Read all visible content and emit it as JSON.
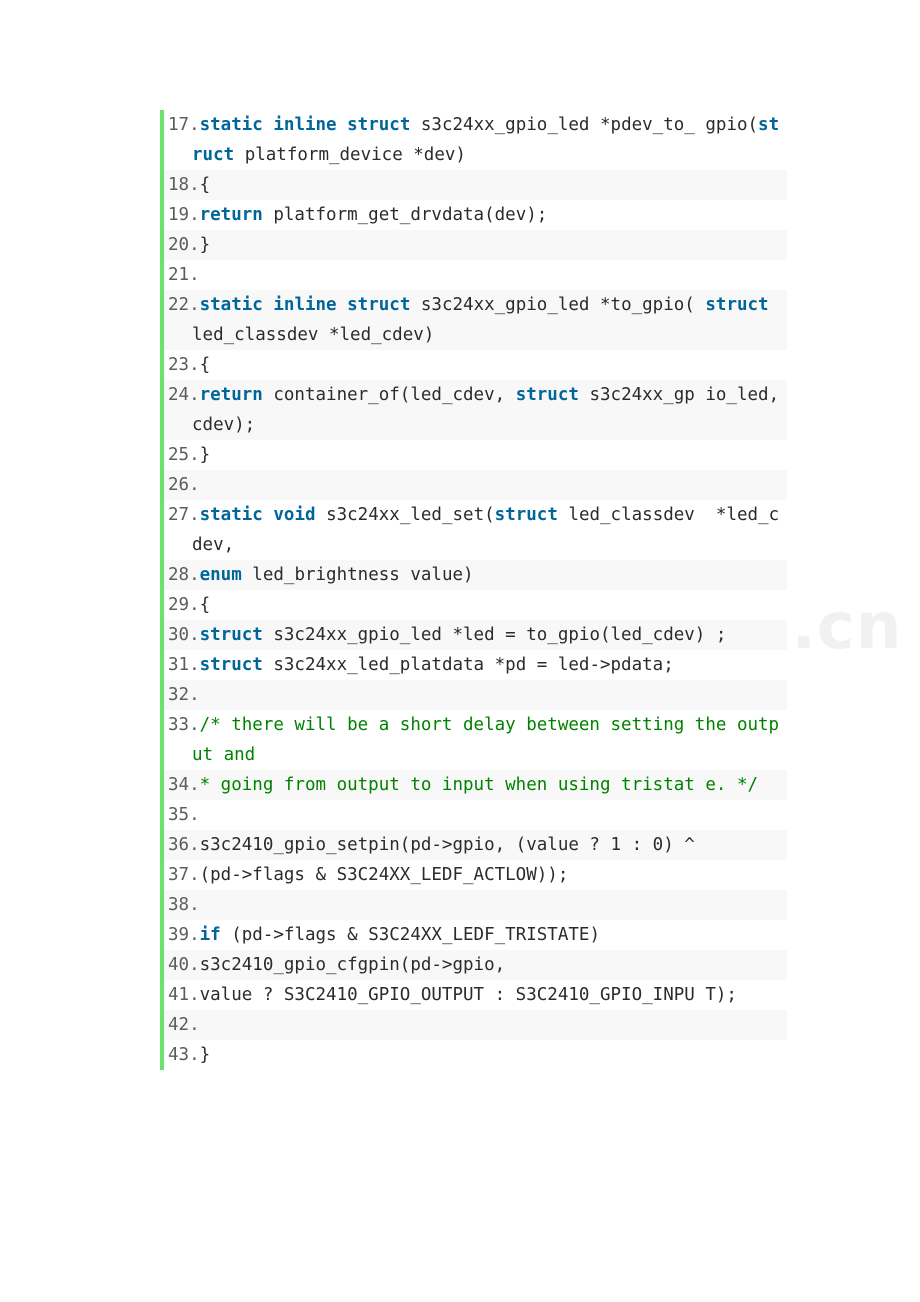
{
  "colors": {
    "keyword": "#006699",
    "comment": "#008200",
    "text": "#2b2b2b",
    "line_number": "#5c5c5c",
    "gutter_bar": "#6ce26c",
    "alt_row_bg": "#f8f8f8"
  },
  "watermark": "www.zixin.com.cn",
  "lines": [
    {
      "num": "17.",
      "tokens": [
        {
          "t": "kw",
          "v": "static"
        },
        {
          "t": "tx",
          "v": " "
        },
        {
          "t": "kw",
          "v": "inline"
        },
        {
          "t": "tx",
          "v": " "
        },
        {
          "t": "kw",
          "v": "struct"
        },
        {
          "t": "tx",
          "v": " s3c24xx_gpio_led *pdev_to_ gpio("
        },
        {
          "t": "kw",
          "v": "struct"
        },
        {
          "t": "tx",
          "v": " platform_device *dev)"
        }
      ]
    },
    {
      "num": "18.",
      "tokens": [
        {
          "t": "tx",
          "v": "{"
        }
      ]
    },
    {
      "num": "19.",
      "tokens": [
        {
          "t": "kw",
          "v": "return"
        },
        {
          "t": "tx",
          "v": " platform_get_drvdata(dev);"
        }
      ]
    },
    {
      "num": "20.",
      "tokens": [
        {
          "t": "tx",
          "v": "}"
        }
      ]
    },
    {
      "num": "21.",
      "tokens": []
    },
    {
      "num": "22.",
      "tokens": [
        {
          "t": "kw",
          "v": "static"
        },
        {
          "t": "tx",
          "v": " "
        },
        {
          "t": "kw",
          "v": "inline"
        },
        {
          "t": "tx",
          "v": " "
        },
        {
          "t": "kw",
          "v": "struct"
        },
        {
          "t": "tx",
          "v": " s3c24xx_gpio_led *to_gpio( "
        },
        {
          "t": "kw",
          "v": "struct"
        },
        {
          "t": "tx",
          "v": " led_classdev *led_cdev)"
        }
      ]
    },
    {
      "num": "23.",
      "tokens": [
        {
          "t": "tx",
          "v": "{"
        }
      ]
    },
    {
      "num": "24.",
      "tokens": [
        {
          "t": "kw",
          "v": "return"
        },
        {
          "t": "tx",
          "v": " container_of(led_cdev, "
        },
        {
          "t": "kw",
          "v": "struct"
        },
        {
          "t": "tx",
          "v": " s3c24xx_gp io_led, cdev);"
        }
      ]
    },
    {
      "num": "25.",
      "tokens": [
        {
          "t": "tx",
          "v": "}"
        }
      ]
    },
    {
      "num": "26.",
      "tokens": []
    },
    {
      "num": "27.",
      "tokens": [
        {
          "t": "kw",
          "v": "static"
        },
        {
          "t": "tx",
          "v": " "
        },
        {
          "t": "kw",
          "v": "void"
        },
        {
          "t": "tx",
          "v": " s3c24xx_led_set("
        },
        {
          "t": "kw",
          "v": "struct"
        },
        {
          "t": "tx",
          "v": " led_classdev  *led_cdev,"
        }
      ]
    },
    {
      "num": "28.",
      "tokens": [
        {
          "t": "kw",
          "v": "enum"
        },
        {
          "t": "tx",
          "v": " led_brightness value)"
        }
      ]
    },
    {
      "num": "29.",
      "tokens": [
        {
          "t": "tx",
          "v": "{"
        }
      ]
    },
    {
      "num": "30.",
      "tokens": [
        {
          "t": "kw",
          "v": "struct"
        },
        {
          "t": "tx",
          "v": " s3c24xx_gpio_led *led = to_gpio(led_cdev) ;"
        }
      ]
    },
    {
      "num": "31.",
      "tokens": [
        {
          "t": "kw",
          "v": "struct"
        },
        {
          "t": "tx",
          "v": " s3c24xx_led_platdata *pd = led->pdata;"
        }
      ]
    },
    {
      "num": "32.",
      "tokens": []
    },
    {
      "num": "33.",
      "tokens": [
        {
          "t": "cm",
          "v": "/* there will be a short delay between setting the output and"
        }
      ]
    },
    {
      "num": "34.",
      "tokens": [
        {
          "t": "cm",
          "v": "* going from output to input when using tristat e. */"
        }
      ]
    },
    {
      "num": "35.",
      "tokens": []
    },
    {
      "num": "36.",
      "tokens": [
        {
          "t": "tx",
          "v": "s3c2410_gpio_setpin(pd->gpio, (value ? 1 : 0) ^  "
        }
      ]
    },
    {
      "num": "37.",
      "tokens": [
        {
          "t": "tx",
          "v": "(pd->flags & S3C24XX_LEDF_ACTLOW));"
        }
      ]
    },
    {
      "num": "38.",
      "tokens": []
    },
    {
      "num": "39.",
      "tokens": [
        {
          "t": "kw",
          "v": "if"
        },
        {
          "t": "tx",
          "v": " (pd->flags & S3C24XX_LEDF_TRISTATE)"
        }
      ]
    },
    {
      "num": "40.",
      "tokens": [
        {
          "t": "tx",
          "v": "s3c2410_gpio_cfgpin(pd->gpio,"
        }
      ]
    },
    {
      "num": "41.",
      "tokens": [
        {
          "t": "tx",
          "v": "value ? S3C2410_GPIO_OUTPUT : S3C2410_GPIO_INPU T);"
        }
      ]
    },
    {
      "num": "42.",
      "tokens": []
    },
    {
      "num": "43.",
      "tokens": [
        {
          "t": "tx",
          "v": "}"
        }
      ]
    }
  ]
}
